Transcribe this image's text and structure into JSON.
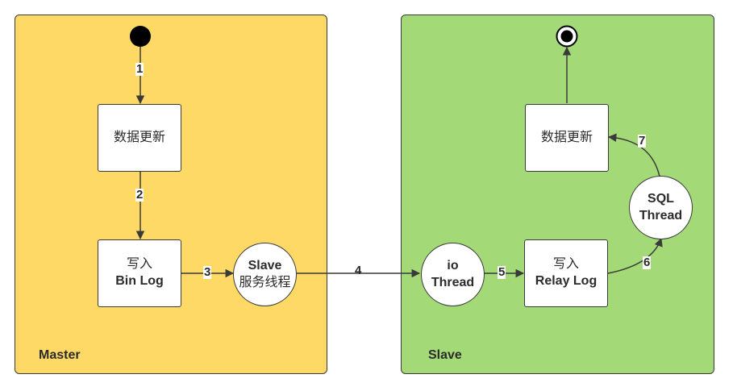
{
  "colors": {
    "master_bg": "#FFD966",
    "slave_bg": "#A3D977",
    "stroke": "#3A3A3A"
  },
  "master": {
    "label": "Master",
    "update_box": "数据更新",
    "write_box": {
      "line1": "写入",
      "line2": "Bin Log"
    },
    "slave_thread": {
      "line1": "Slave",
      "line2": "服务线程"
    }
  },
  "slave": {
    "label": "Slave",
    "io_thread": {
      "line1": "io",
      "line2": "Thread"
    },
    "write_box": {
      "line1": "写入",
      "line2": "Relay Log"
    },
    "sql_thread": {
      "line1": "SQL",
      "line2": "Thread"
    },
    "update_box": "数据更新"
  },
  "steps": [
    "1",
    "2",
    "3",
    "4",
    "5",
    "6",
    "7"
  ],
  "icons": {
    "start": "initial-node-icon",
    "end": "final-node-icon"
  }
}
